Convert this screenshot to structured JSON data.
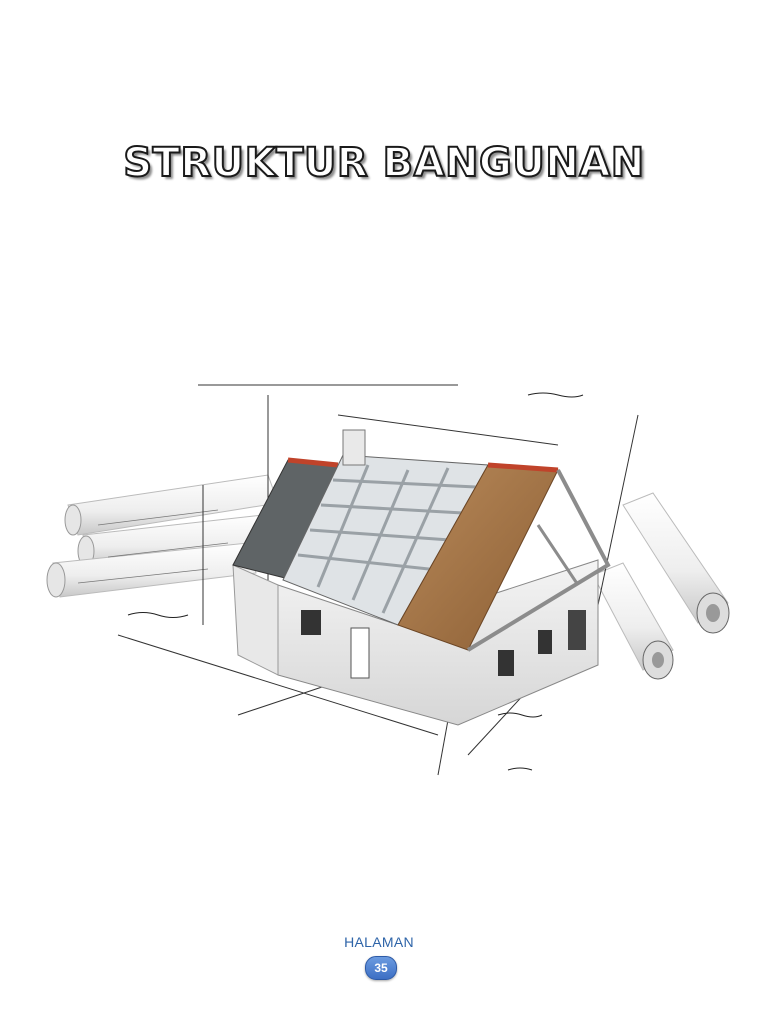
{
  "document": {
    "title": "STRUKTUR BANGUNAN",
    "illustration": "house-structure-blueprint-icon"
  },
  "footer": {
    "label": "HALAMAN",
    "page_number": "35"
  },
  "colors": {
    "title_fill": "#ffffff",
    "title_outline": "#1a1a1a",
    "footer_text": "#2e64a8",
    "badge_fill": "#4a7fd0"
  }
}
